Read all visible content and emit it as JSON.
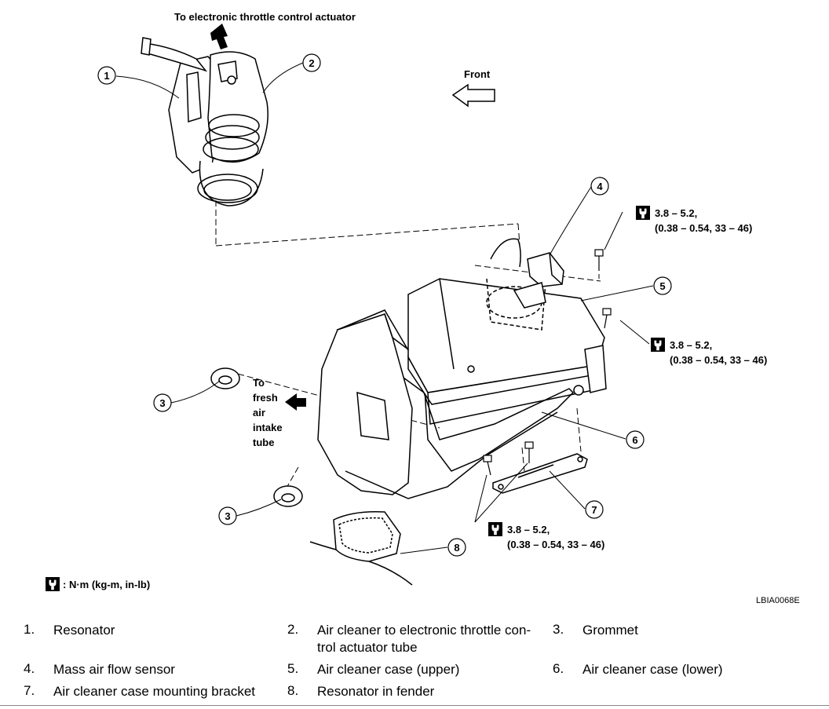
{
  "annotations": {
    "throttle": "To electronic throttle control actuator",
    "front": "Front",
    "fresh_air": [
      "To",
      "fresh",
      "air",
      "intake",
      "tube"
    ],
    "code": "LBIA0068E",
    "unit_legend": ": N·m (kg-m, in-lb)"
  },
  "callouts": [
    "1",
    "2",
    "3",
    "3",
    "4",
    "5",
    "6",
    "7",
    "8"
  ],
  "torques": [
    {
      "line1": "3.8 – 5.2,",
      "line2": "(0.38 – 0.54, 33 – 46)"
    },
    {
      "line1": "3.8 – 5.2,",
      "line2": "(0.38 – 0.54, 33 – 46)"
    },
    {
      "line1": "3.8 – 5.2,",
      "line2": "(0.38 – 0.54, 33 – 46)"
    }
  ],
  "parts": [
    {
      "num": "1.",
      "name": "Resonator"
    },
    {
      "num": "2.",
      "name": "Air cleaner to electronic throttle con-",
      "name2": "trol actuator tube"
    },
    {
      "num": "3.",
      "name": "Grommet"
    },
    {
      "num": "4.",
      "name": "Mass air flow sensor"
    },
    {
      "num": "5.",
      "name": "Air cleaner case (upper)"
    },
    {
      "num": "6.",
      "name": "Air cleaner case (lower)"
    },
    {
      "num": "7.",
      "name": "Air cleaner case mounting bracket"
    },
    {
      "num": "8.",
      "name": "Resonator in fender"
    }
  ]
}
